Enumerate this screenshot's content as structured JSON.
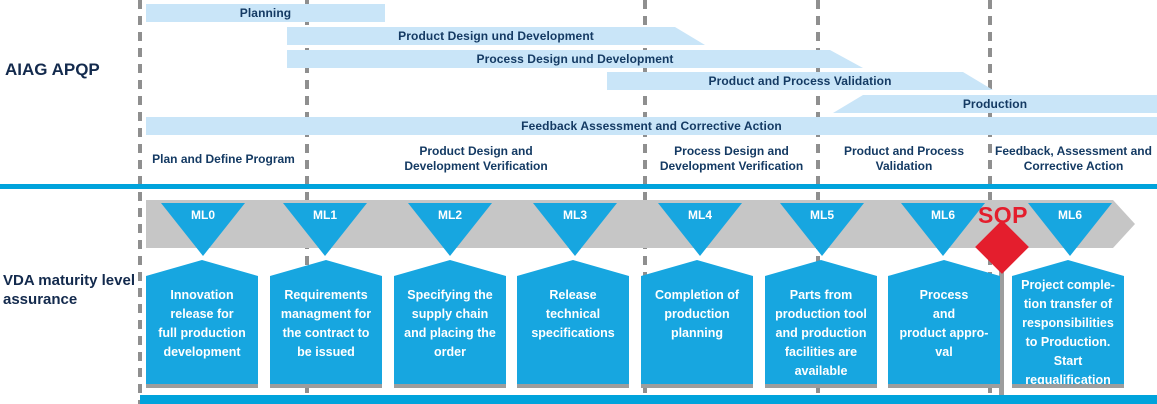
{
  "section_labels": {
    "aiag": "AIAG APQP",
    "vda": "VDA maturity level\nassurance"
  },
  "apqp_bars": [
    {
      "label": "Planning"
    },
    {
      "label": "Product Design und Development"
    },
    {
      "label": "Process Design und Development"
    },
    {
      "label": "Product and Process Validation"
    },
    {
      "label": "Production"
    },
    {
      "label": "Feedback Assessment and Corrective Action"
    }
  ],
  "phases": [
    {
      "label": "Plan and Define Program"
    },
    {
      "label": "Product Design and\nDevelopment Verification"
    },
    {
      "label": "Process Design and\nDevelopment Verification"
    },
    {
      "label": "Product and Process\nValidation"
    },
    {
      "label": "Feedback, Assessment and\nCorrective Action"
    }
  ],
  "maturity": {
    "sop_label": "SOP",
    "milestones": [
      {
        "marker": "ML0",
        "box": "Innovation\nrelease for\nfull production\ndevelopment"
      },
      {
        "marker": "ML1",
        "box": "Requirements\nmanagment for\nthe contract to\nbe issued"
      },
      {
        "marker": "ML2",
        "box": "Specifying the\nsupply chain\nand placing the\norder"
      },
      {
        "marker": "ML3",
        "box": "Release\ntechnical\nspecifications"
      },
      {
        "marker": "ML4",
        "box": "Completion of\nproduction\nplanning"
      },
      {
        "marker": "ML5",
        "box": "Parts from\nproduction tool\nand production\nfacilities are\navailable"
      },
      {
        "marker": "ML6",
        "box": "Process\nand\nproduct appro-\nval"
      },
      {
        "marker": "ML6",
        "box": "Project comple-\ntion transfer of\nresponsibilities\nto Production.\nStart\nrequalification"
      }
    ]
  },
  "colors": {
    "accent_blue": "#00a3dc",
    "cyan": "#17a6e0",
    "light_bar": "#c9e5f8",
    "gray_band": "#c6c6c6",
    "sop_red": "#e41e2d",
    "text_dark": "#143a63"
  }
}
